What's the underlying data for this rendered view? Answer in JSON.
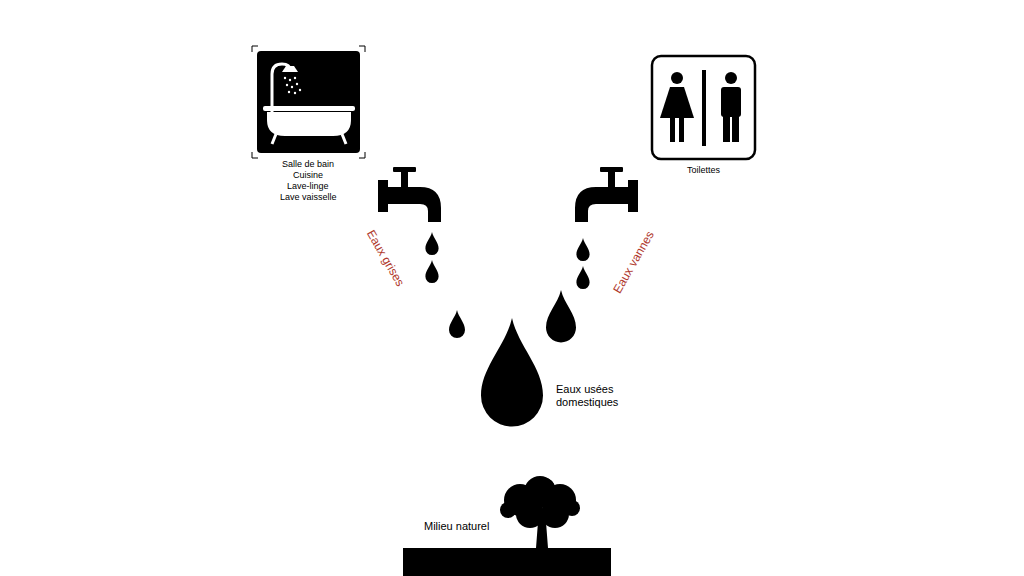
{
  "diagram": {
    "labels": [
      "Salle de bain",
      "Cuisine",
      "Lave-linge",
      "Lave vaisselle",
      "Toilettes",
      "Eaux grises",
      "Eaux vannes",
      "Eaux usées domestiques",
      "Milieu naturel"
    ]
  }
}
